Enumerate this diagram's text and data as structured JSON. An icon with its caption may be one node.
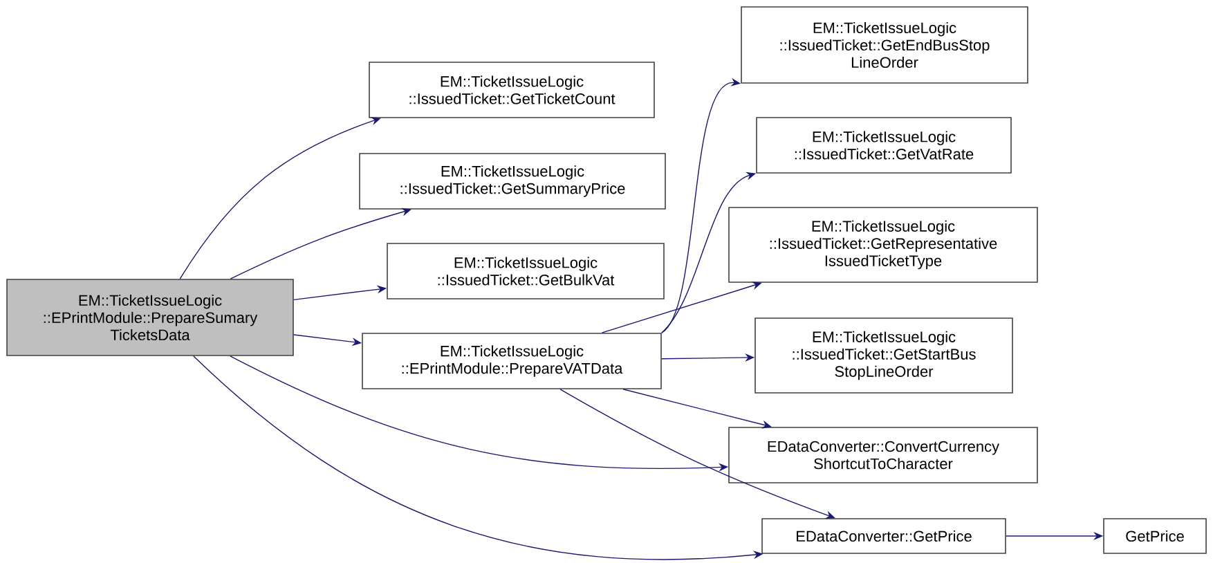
{
  "diagram": {
    "nodes": [
      {
        "text": [
          "EM::TicketIssueLogic ::EPrintModule::PrepareSumary TicketsData"
        ]
      },
      {
        "text": [
          "EM::TicketIssueLogic ::IssuedTicket::GetTicketCount"
        ]
      },
      {
        "text": [
          "EM::TicketIssueLogic ::IssuedTicket::GetSummaryPrice"
        ]
      },
      {
        "text": [
          "EM::TicketIssueLogic ::IssuedTicket::GetBulkVat"
        ]
      },
      {
        "text": [
          "EM::TicketIssueLogic ::EPrintModule::PrepareVATData"
        ]
      },
      {
        "text": [
          "EM::TicketIssueLogic ::IssuedTicket::GetEndBusStop LineOrder"
        ]
      },
      {
        "text": [
          "EM::TicketIssueLogic ::IssuedTicket::GetVatRate"
        ]
      },
      {
        "text": [
          "EM::TicketIssueLogic ::IssuedTicket::GetRepresentative IssuedTicketType"
        ]
      },
      {
        "text": [
          "EM::TicketIssueLogic ::IssuedTicket::GetStartBus StopLineOrder"
        ]
      },
      {
        "text": [
          "EDataConverter::ConvertCurrency ShortcutToCharacter"
        ]
      },
      {
        "text": [
          "EDataConverter::GetPrice"
        ]
      },
      {
        "text": [
          "GetPrice"
        ]
      }
    ],
    "edges": [
      {
        "from": 0,
        "to": 1,
        "arrow": "to"
      },
      {
        "from": 0,
        "to": 2,
        "arrow": "to"
      },
      {
        "from": 0,
        "to": 3,
        "arrow": "to"
      },
      {
        "from": 0,
        "to": 4,
        "arrow": "to"
      },
      {
        "from": 0,
        "to": 9,
        "arrow": "to"
      },
      {
        "from": 0,
        "to": 10,
        "arrow": "to"
      },
      {
        "from": 4,
        "to": 5,
        "arrow": "to"
      },
      {
        "from": 4,
        "to": 6,
        "arrow": "to"
      },
      {
        "from": 4,
        "to": 7,
        "arrow": "to"
      },
      {
        "from": 4,
        "to": 8,
        "arrow": "to"
      },
      {
        "from": 4,
        "to": 9,
        "arrow": "to"
      },
      {
        "from": 4,
        "to": 10,
        "arrow": "to"
      },
      {
        "from": 10,
        "to": 11,
        "arrow": "to"
      }
    ]
  }
}
